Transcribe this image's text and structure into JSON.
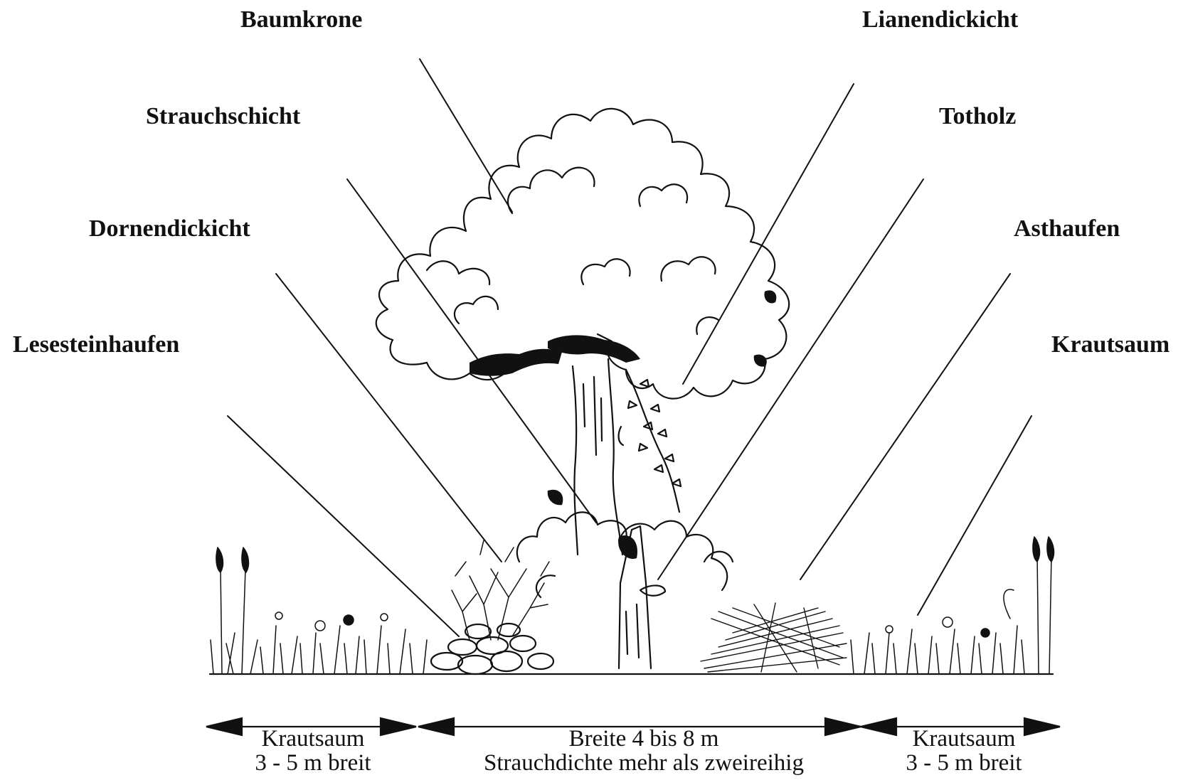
{
  "labels": {
    "baumkrone": "Baumkrone",
    "strauchschicht": "Strauchschicht",
    "dornendickicht": "Dornendickicht",
    "lesesteinhaufen": "Lesesteinhaufen",
    "lianendickicht": "Lianendickicht",
    "totholz": "Totholz",
    "asthaufen": "Asthaufen",
    "krautsaum": "Krautsaum"
  },
  "dimensions": {
    "left": {
      "line1": "Krautsaum",
      "line2": "3 - 5 m breit"
    },
    "center": {
      "line1": "Breite 4 bis 8 m",
      "line2": "Strauchdichte mehr als zweireihig"
    },
    "right": {
      "line1": "Krautsaum",
      "line2": "3 - 5 m breit"
    }
  }
}
